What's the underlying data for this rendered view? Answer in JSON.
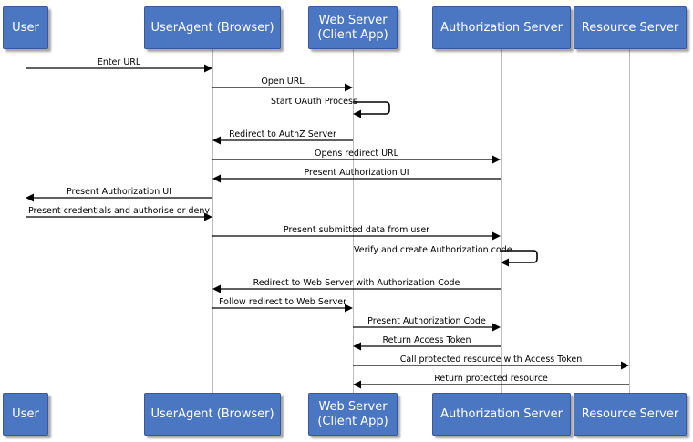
{
  "actors": [
    {
      "id": "user",
      "label": "User"
    },
    {
      "id": "agent",
      "label": "UserAgent (Browser)"
    },
    {
      "id": "web",
      "label": "Web Server\n(Client App)"
    },
    {
      "id": "authz",
      "label": "Authorization Server"
    },
    {
      "id": "resource",
      "label": "Resource Server"
    }
  ],
  "messages": [
    {
      "from": "user",
      "to": "agent",
      "label": "Enter URL"
    },
    {
      "from": "agent",
      "to": "web",
      "label": "Open URL"
    },
    {
      "from": "web",
      "to": "web",
      "label": "Start OAuth Process"
    },
    {
      "from": "web",
      "to": "agent",
      "label": "Redirect to AuthZ Server"
    },
    {
      "from": "agent",
      "to": "authz",
      "label": "Opens redirect URL"
    },
    {
      "from": "authz",
      "to": "agent",
      "label": "Present Authorization UI"
    },
    {
      "from": "agent",
      "to": "user",
      "label": "Present Authorization UI"
    },
    {
      "from": "user",
      "to": "agent",
      "label": "Present credentials and authorise or deny"
    },
    {
      "from": "agent",
      "to": "authz",
      "label": "Present submitted data from user"
    },
    {
      "from": "authz",
      "to": "authz",
      "label": "Verify and create Authorization code"
    },
    {
      "from": "authz",
      "to": "agent",
      "label": "Redirect to Web Server with Authorization Code"
    },
    {
      "from": "agent",
      "to": "web",
      "label": "Follow redirect to Web Server"
    },
    {
      "from": "web",
      "to": "authz",
      "label": "Present Authorization Code"
    },
    {
      "from": "authz",
      "to": "web",
      "label": "Return Access Token"
    },
    {
      "from": "web",
      "to": "resource",
      "label": "Call protected resource with Access Token"
    },
    {
      "from": "resource",
      "to": "web",
      "label": "Return protected resource"
    }
  ]
}
